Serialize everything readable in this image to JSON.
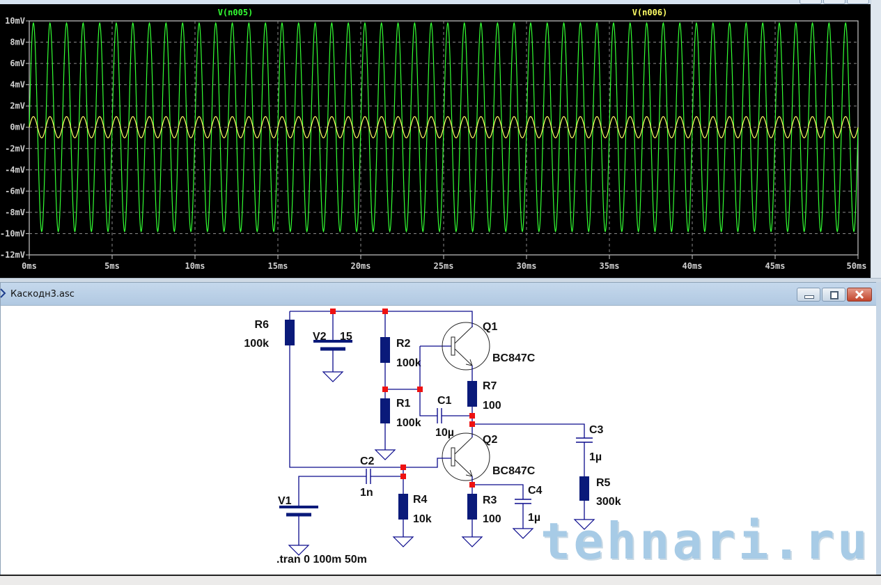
{
  "plot_window": {
    "trace_labels": [
      {
        "name": "V(n005)",
        "color": "#33ff33"
      },
      {
        "name": "V(n006)",
        "color": "#ffff66"
      }
    ]
  },
  "chart_data": {
    "type": "line",
    "title": "",
    "xlabel": "",
    "ylabel": "",
    "xlim": [
      0,
      50
    ],
    "ylim": [
      -12,
      10
    ],
    "x_unit": "ms",
    "y_unit": "mV",
    "x_ticks": [
      "0ms",
      "5ms",
      "10ms",
      "15ms",
      "20ms",
      "25ms",
      "30ms",
      "35ms",
      "40ms",
      "45ms",
      "50ms"
    ],
    "x_tick_values": [
      0,
      5,
      10,
      15,
      20,
      25,
      30,
      35,
      40,
      45,
      50
    ],
    "y_ticks": [
      "10mV",
      "8mV",
      "6mV",
      "4mV",
      "2mV",
      "0mV",
      "-2mV",
      "-4mV",
      "-6mV",
      "-8mV",
      "-10mV",
      "-12mV"
    ],
    "y_tick_values": [
      10,
      8,
      6,
      4,
      2,
      0,
      -2,
      -4,
      -6,
      -8,
      -10,
      -12
    ],
    "grid": true,
    "series": [
      {
        "name": "V(n005)",
        "color": "#33ff33",
        "shape": "sine",
        "frequency_hz": 1000,
        "amplitude_mV": 9.8,
        "offset_mV": 0,
        "phase": "rising from 0 at t=0"
      },
      {
        "name": "V(n006)",
        "color": "#ffff66",
        "shape": "sine",
        "frequency_hz": 1000,
        "amplitude_mV": 1.0,
        "offset_mV": 0,
        "phase": "rising from 0 at t=0"
      }
    ]
  },
  "schematic_window": {
    "title": "Каскодн3.asc",
    "buttons": {
      "minimize": "minimize",
      "restore": "restore",
      "close": "close"
    },
    "components": {
      "R6": {
        "name": "R6",
        "value": "100k"
      },
      "V2": {
        "name": "V2",
        "value": "15"
      },
      "R2": {
        "name": "R2",
        "value": "100k"
      },
      "R1": {
        "name": "R1",
        "value": "100k"
      },
      "C1": {
        "name": "C1",
        "value": "10µ"
      },
      "Q1": {
        "name": "Q1",
        "value": "BC847C"
      },
      "R7": {
        "name": "R7",
        "value": "100"
      },
      "Q2": {
        "name": "Q2",
        "value": "BC847C"
      },
      "C3": {
        "name": "C3",
        "value": "1µ"
      },
      "R5": {
        "name": "R5",
        "value": "300k"
      },
      "C2": {
        "name": "C2",
        "value": "1n"
      },
      "V1": {
        "name": "V1",
        "value": ""
      },
      "R4": {
        "name": "R4",
        "value": "10k"
      },
      "R3": {
        "name": "R3",
        "value": "100"
      },
      "C4": {
        "name": "C4",
        "value": "1µ"
      }
    },
    "directive": ".tran 0 100m 50m",
    "watermark": "tehnari.ru"
  }
}
